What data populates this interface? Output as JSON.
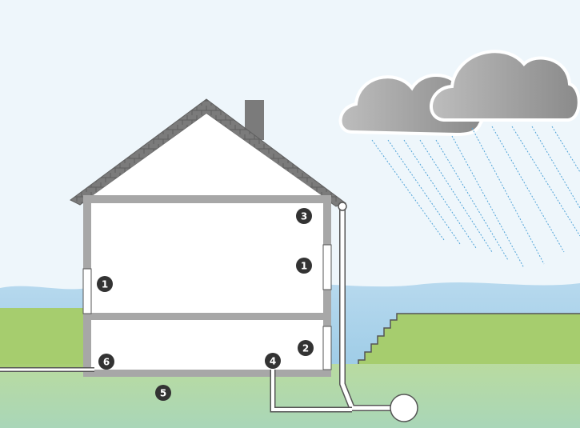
{
  "diagram": {
    "markers": [
      {
        "id": "m1",
        "label": "1"
      },
      {
        "id": "m2",
        "label": "1"
      },
      {
        "id": "m3",
        "label": "2"
      },
      {
        "id": "m4",
        "label": "3"
      },
      {
        "id": "m5",
        "label": "4"
      },
      {
        "id": "m6",
        "label": "5"
      },
      {
        "id": "m7",
        "label": "6"
      }
    ],
    "colors": {
      "sky": "#eef6fb",
      "water": "#b9dbef",
      "grass": "#a6cd6e",
      "ground": "#b6d9ae",
      "wall": "#a7a7a7",
      "roof": "#7b7b7b",
      "cloud_dark": "#8a8a8a",
      "cloud_light": "#bdbdbd",
      "rain": "#4fa3d8",
      "marker": "#333333"
    }
  }
}
